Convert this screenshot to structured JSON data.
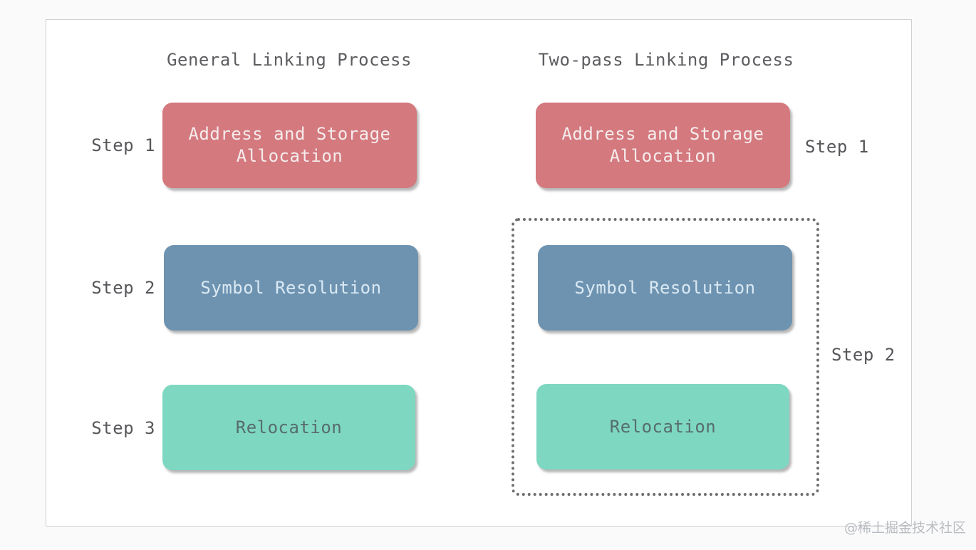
{
  "left_panel": {
    "title": "General Linking Process",
    "rows": [
      {
        "step": "Step 1",
        "box": "Address and Storage Allocation"
      },
      {
        "step": "Step 2",
        "box": "Symbol Resolution"
      },
      {
        "step": "Step 3",
        "box": "Relocation"
      }
    ]
  },
  "right_panel": {
    "title": "Two-pass Linking Process",
    "pass1": {
      "step": "Step 1",
      "box": "Address and Storage Allocation"
    },
    "pass2": {
      "step": "Step 2",
      "boxes": [
        "Symbol Resolution",
        "Relocation"
      ]
    }
  },
  "watermark": "@稀土掘金技术社区",
  "colors": {
    "box-red": "#d4797e",
    "box-blue": "#6e93b0",
    "box-teal": "#7ed7c1",
    "text-on-red": "#f5ecec",
    "text-on-blue": "#d9e9f4",
    "text-on-teal": "#566d6b",
    "label-gray": "#57575b",
    "title-gray": "#5d5d61",
    "dotted-border": "#6f6f6f"
  }
}
